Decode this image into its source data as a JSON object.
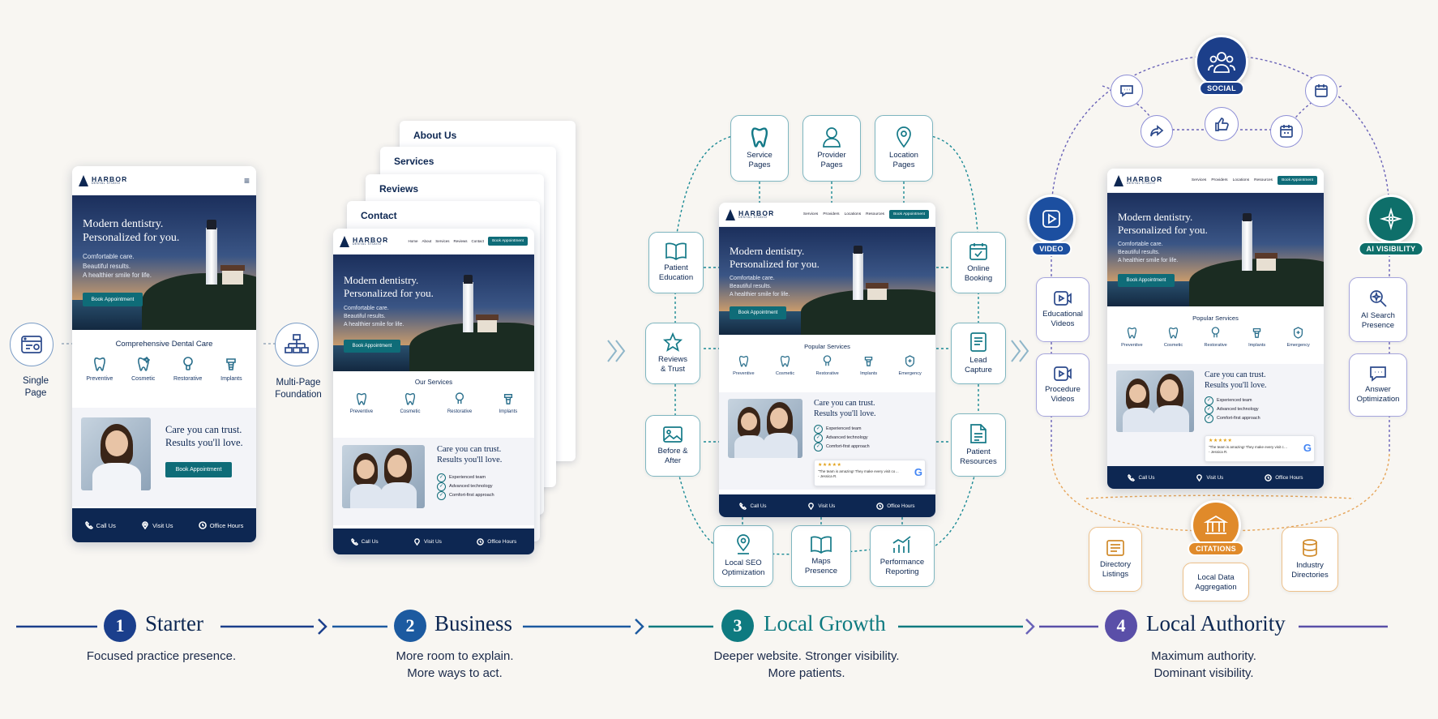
{
  "mockup": {
    "logo_title": "HARBOR",
    "logo_sub": "DENTAL STUDIO",
    "nav": [
      "Home",
      "About",
      "Services",
      "Reviews",
      "Contact"
    ],
    "nav_full": [
      "Services",
      "Providers",
      "Locations",
      "Resources"
    ],
    "nav_button": "Book Appointment",
    "hero_line1": "Modern dentistry.",
    "hero_line2": "Personalized for you.",
    "hero_sub1": "Comfortable care.",
    "hero_sub2": "Beautiful results.",
    "hero_sub3": "A healthier smile for life.",
    "hero_button": "Book Appointment",
    "services_title_1": "Comprehensive Dental Care",
    "services_title_2": "Our Services",
    "services_title_3": "Popular Services",
    "services": [
      "Preventive",
      "Cosmetic",
      "Restorative",
      "Implants"
    ],
    "services_ext": [
      "Preventive",
      "Cosmetic",
      "Restorative",
      "Implants",
      "Emergency"
    ],
    "care_line1": "Care you can trust.",
    "care_line2": "Results you'll love.",
    "care_button": "Book Appointment",
    "checks": [
      "Experienced team",
      "Advanced technology",
      "Comfort-first approach"
    ],
    "review_stars": "★★★★★",
    "review_text": "\"The team is amazing! They make every visit comfortable and stress-free!\"",
    "review_author": "- Jessica R.",
    "footer": [
      "Call Us",
      "Visit Us",
      "Office Hours"
    ]
  },
  "stage1": {
    "icon_label_1": "Single",
    "icon_label_2": "Page"
  },
  "stage2": {
    "icon_label_1": "Multi-Page",
    "icon_label_2": "Foundation",
    "pages": [
      "About Us",
      "Services",
      "Reviews",
      "Contact"
    ]
  },
  "stage3": {
    "nodes": {
      "service": [
        "Service",
        "Pages"
      ],
      "provider": [
        "Provider",
        "Pages"
      ],
      "location": [
        "Location",
        "Pages"
      ],
      "patient_ed": [
        "Patient",
        "Education"
      ],
      "reviews": [
        "Reviews",
        "& Trust"
      ],
      "before": [
        "Before &",
        "After"
      ],
      "booking": [
        "Online",
        "Booking"
      ],
      "lead": [
        "Lead",
        "Capture"
      ],
      "resources": [
        "Patient",
        "Resources"
      ],
      "seo": [
        "Local SEO",
        "Optimization"
      ],
      "maps": [
        "Maps",
        "Presence"
      ],
      "perf": [
        "Performance",
        "Reporting"
      ]
    }
  },
  "stage4": {
    "social_label": "SOCIAL",
    "video_label": "VIDEO",
    "ai_label": "AI VISIBILITY",
    "citations_label": "CITATIONS",
    "nodes": {
      "edu_videos": [
        "Educational",
        "Videos"
      ],
      "proc_videos": [
        "Procedure",
        "Videos"
      ],
      "ai_search": [
        "AI Search",
        "Presence"
      ],
      "answer": [
        "Answer",
        "Optimization"
      ],
      "directory": [
        "Directory",
        "Listings"
      ],
      "local_data": [
        "Local Data",
        "Aggregation"
      ],
      "industry": [
        "Industry",
        "Directories"
      ]
    }
  },
  "timeline": [
    {
      "num": "1",
      "title": "Starter",
      "line1": "Focused practice presence.",
      "line2": "",
      "color": "#1b3f8c"
    },
    {
      "num": "2",
      "title": "Business",
      "line1": "More room to explain.",
      "line2": "More ways to act.",
      "color": "#1c5aa0"
    },
    {
      "num": "3",
      "title": "Local Growth",
      "line1": "Deeper website. Stronger visibility.",
      "line2": "More patients.",
      "color": "#0e7a80"
    },
    {
      "num": "4",
      "title": "Local Authority",
      "line1": "Maximum authority.",
      "line2": "Dominant visibility.",
      "color": "#5a4fa8"
    }
  ],
  "colors": {
    "navy": "#0d2752",
    "teal": "#0f6c78",
    "purple": "#5a4fa8",
    "orange": "#e08a2a",
    "bg": "#f8f6f2"
  }
}
